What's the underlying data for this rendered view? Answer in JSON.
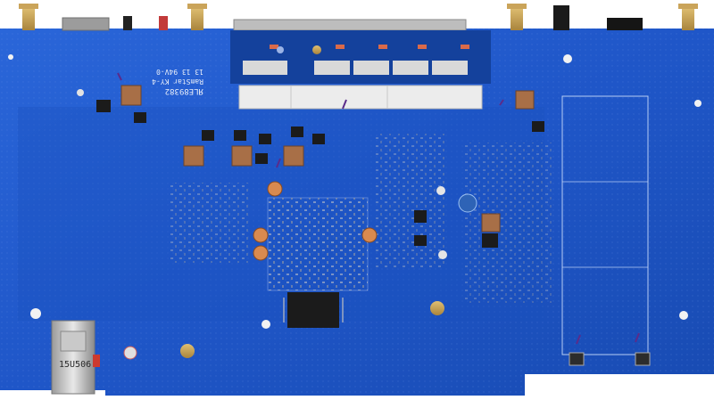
{
  "image": {
    "kind": "photo",
    "subject": "pcb-bottom-side"
  },
  "colors": {
    "solder_mask": "#1f56c8",
    "solder_mask_dark": "#123b8e",
    "silkscreen": "#e9eef9",
    "pad_gold": "#c9a45a",
    "ic_black": "#1b1b1b",
    "connector_white": "#e6e6e6",
    "component_brown": "#a86f47"
  },
  "silkscreen": {
    "ul_mark": "ЯLE89382",
    "board_name": "RamStar KY-4",
    "board_rating": "13 13  94V-0",
    "usb_label": "15U506"
  },
  "icons": {
    "board": "pcb-board",
    "usb_port": "usb-port-icon",
    "antenna_connector": "antenna-connector-icon",
    "ethernet_jack": "ethernet-jack-icon",
    "ic_chip": "ic-chip-icon",
    "inductor": "inductor-icon",
    "mounting_hole": "mounting-hole-icon",
    "tactile_button": "tactile-button-icon"
  }
}
